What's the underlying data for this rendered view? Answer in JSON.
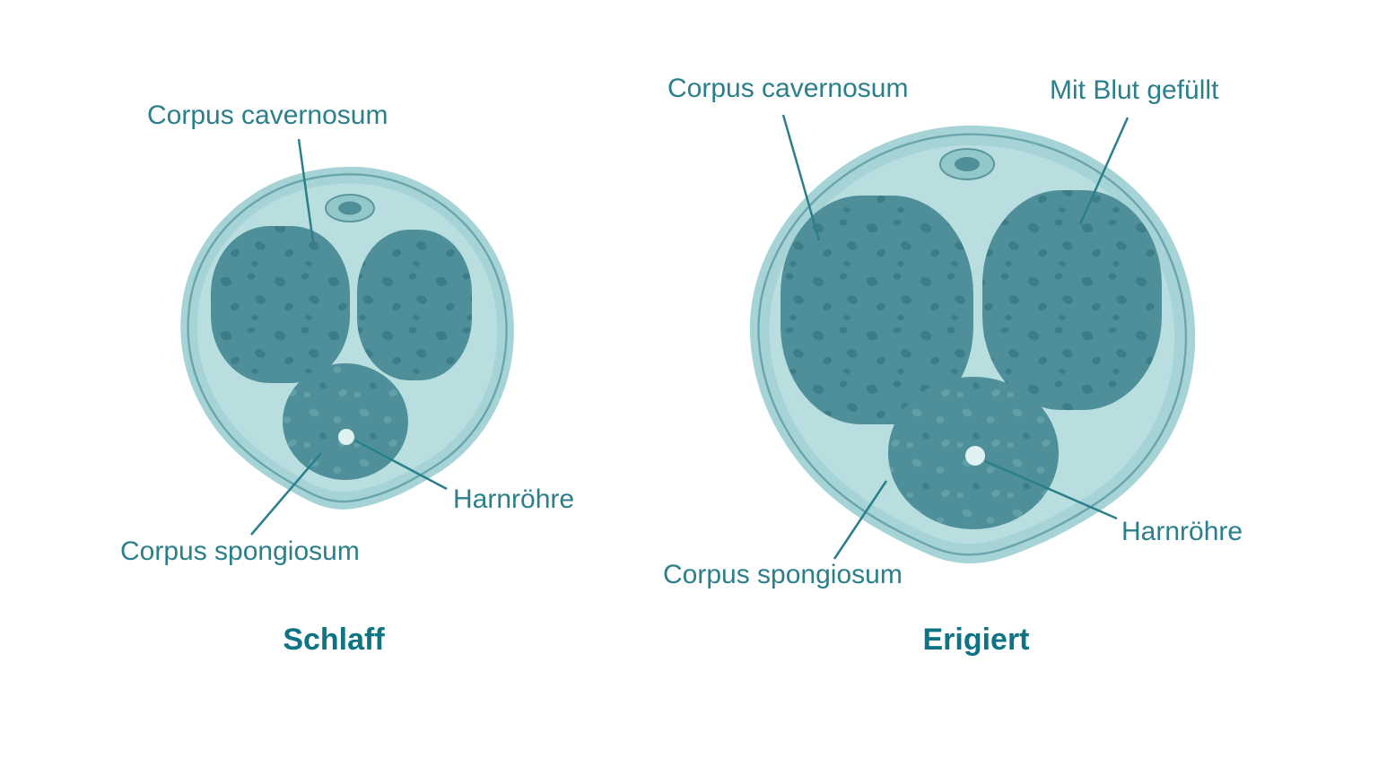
{
  "diagram": {
    "description": "Cross-section comparison of penile erectile tissue, flaccid vs erect",
    "flaccid": {
      "title": "Schlaff",
      "labels": {
        "corpus_cavernosum": "Corpus cavernosum",
        "harnroehre": "Harnröhre",
        "corpus_spongiosum": "Corpus spongiosum"
      }
    },
    "erect": {
      "title": "Erigiert",
      "labels": {
        "corpus_cavernosum": "Corpus cavernosum",
        "mit_blut_gefuellt": "Mit Blut gefüllt",
        "harnroehre": "Harnröhre",
        "corpus_spongiosum": "Corpus spongiosum"
      }
    },
    "colors": {
      "background": "#ffffff",
      "body_outer": "#a6d4d6",
      "body_inner": "#b9dedf",
      "outline_ring": "#69a6ac",
      "tissue_base": "#4f8f99",
      "tissue_spot_dark": "#3d7d88",
      "tissue_spot_light": "#62a0a9",
      "urethra_dot": "#dff1f0",
      "label_text": "#2b7f8a",
      "title_text": "#0e7384"
    }
  }
}
